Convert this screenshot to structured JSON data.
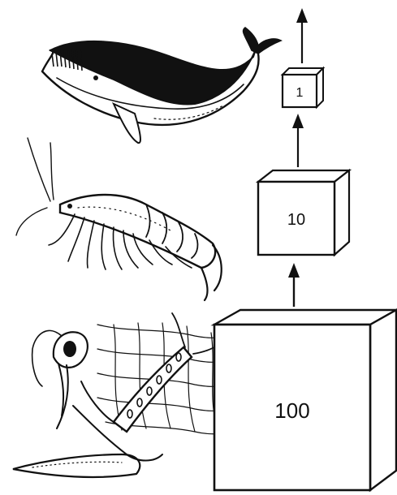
{
  "diagram": {
    "boxes": [
      {
        "id": "large",
        "label": "100"
      },
      {
        "id": "medium",
        "label": "10"
      },
      {
        "id": "small",
        "label": "1"
      }
    ],
    "organisms": [
      {
        "name": "whale"
      },
      {
        "name": "krill"
      },
      {
        "name": "plankton"
      }
    ],
    "colors": {
      "ink": "#111111",
      "paper": "#ffffff"
    }
  }
}
